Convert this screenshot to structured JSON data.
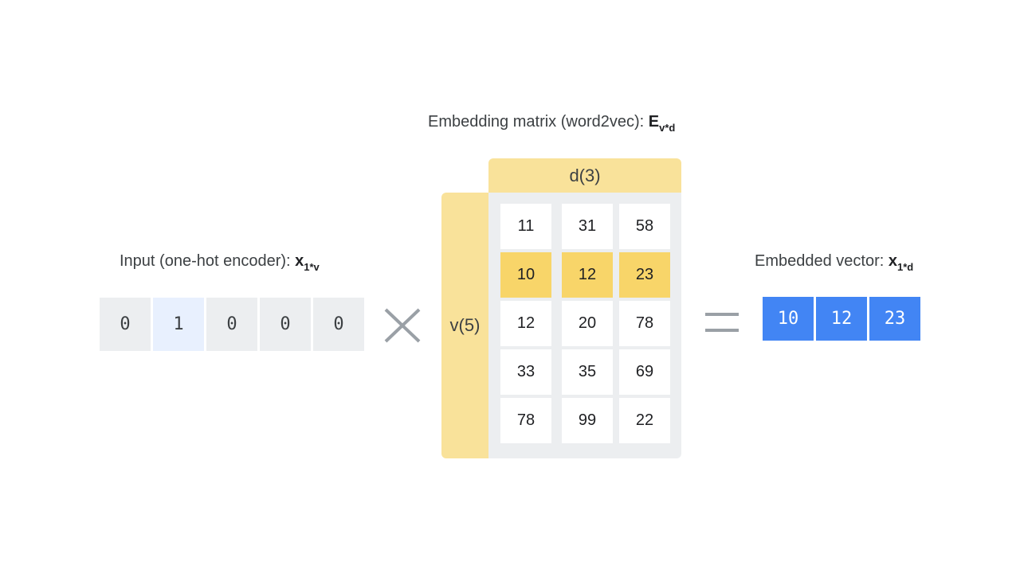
{
  "matrix_caption": {
    "text": "Embedding matrix (word2vec): ",
    "var": "E",
    "sub": "v*d"
  },
  "input_caption": {
    "text": "Input (one-hot encoder): ",
    "var": "x",
    "sub": "1*v"
  },
  "output_caption": {
    "text": "Embedded vector: ",
    "var": "x",
    "sub": "1*d"
  },
  "input_vector": [
    "0",
    "1",
    "0",
    "0",
    "0"
  ],
  "hot_index": 1,
  "matrix": {
    "col_label": "d(3)",
    "row_label": "v(5)",
    "rows": [
      [
        "11",
        "31",
        "58"
      ],
      [
        "10",
        "12",
        "23"
      ],
      [
        "12",
        "20",
        "78"
      ],
      [
        "33",
        "35",
        "69"
      ],
      [
        "78",
        "99",
        "22"
      ]
    ],
    "selected_row": 1
  },
  "output_vector": [
    "10",
    "12",
    "23"
  ],
  "icons": {
    "multiply": "multiply-icon",
    "equals": "equals-icon"
  },
  "colors": {
    "header_yellow": "#f9e29a",
    "selected_yellow": "#f8d569",
    "hot_cell_blue": "#e8f0fe",
    "result_blue": "#4285f4",
    "operator_gray": "#9aa0a6"
  }
}
